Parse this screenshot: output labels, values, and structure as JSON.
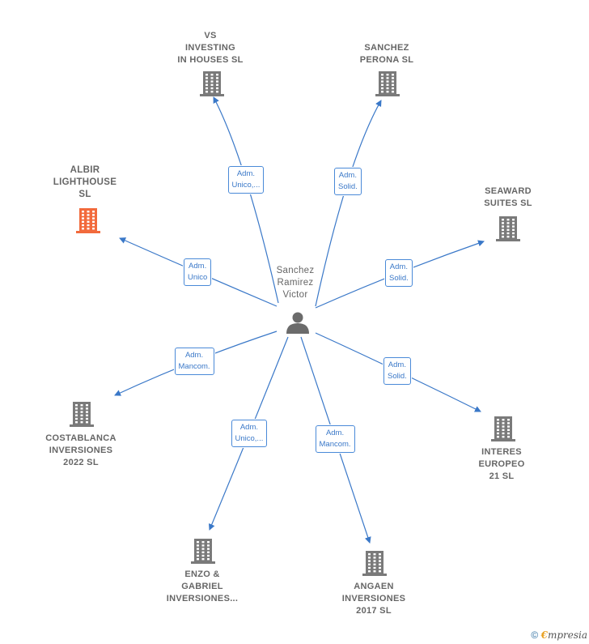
{
  "center": {
    "name_lines": [
      "Sanchez",
      "Ramirez",
      "Victor"
    ],
    "icon": "person-icon"
  },
  "companies": [
    {
      "id": "vs",
      "lines": [
        "VS",
        "INVESTING",
        "IN HOUSES  SL"
      ],
      "role_lines": [
        "Adm.",
        "Unico,..."
      ],
      "color": "#7a7a7a",
      "icon": "building-icon"
    },
    {
      "id": "sanchez",
      "lines": [
        "SANCHEZ",
        "PERONA  SL"
      ],
      "role_lines": [
        "Adm.",
        "Solid."
      ],
      "color": "#7a7a7a",
      "icon": "building-icon"
    },
    {
      "id": "albir",
      "lines": [
        "ALBIR",
        "LIGHTHOUSE",
        "SL"
      ],
      "role_lines": [
        "Adm.",
        "Unico"
      ],
      "color": "#f26a3c",
      "icon": "building-icon"
    },
    {
      "id": "seaward",
      "lines": [
        "SEAWARD",
        "SUITES  SL"
      ],
      "role_lines": [
        "Adm.",
        "Solid."
      ],
      "color": "#7a7a7a",
      "icon": "building-icon"
    },
    {
      "id": "costablanca",
      "lines": [
        "COSTABLANCA",
        "INVERSIONES",
        "2022  SL"
      ],
      "role_lines": [
        "Adm.",
        "Mancom."
      ],
      "color": "#7a7a7a",
      "icon": "building-icon"
    },
    {
      "id": "interes",
      "lines": [
        "INTERES",
        "EUROPEO",
        "21  SL"
      ],
      "role_lines": [
        "Adm.",
        "Solid."
      ],
      "color": "#7a7a7a",
      "icon": "building-icon"
    },
    {
      "id": "enzo",
      "lines": [
        "ENZO &",
        "GABRIEL",
        "INVERSIONES..."
      ],
      "role_lines": [
        "Adm.",
        "Unico,..."
      ],
      "color": "#7a7a7a",
      "icon": "building-icon"
    },
    {
      "id": "angaen",
      "lines": [
        "ANGAEN",
        "INVERSIONES",
        "2017  SL"
      ],
      "role_lines": [
        "Adm.",
        "Mancom."
      ],
      "color": "#7a7a7a",
      "icon": "building-icon"
    }
  ],
  "footer": {
    "copyright": "©",
    "brand_first": "€",
    "brand_rest": "mpresia"
  }
}
